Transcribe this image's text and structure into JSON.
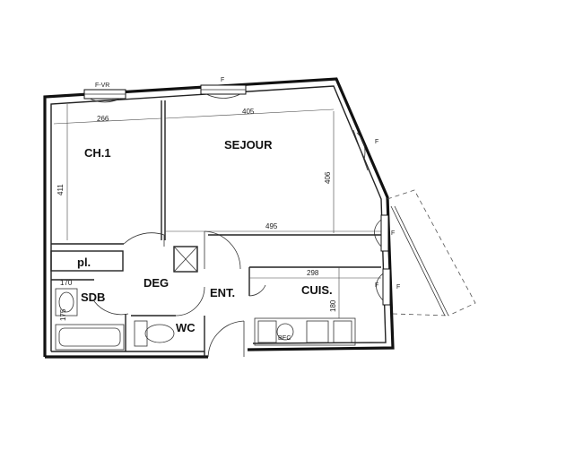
{
  "rooms": {
    "ch1": "CH.1",
    "sejour": "SEJOUR",
    "deg": "DEG",
    "ent": "ENT.",
    "cuis": "CUIS.",
    "sdb": "SDB",
    "wc": "WC",
    "pl": "pl."
  },
  "dimensions": {
    "ch1_width": "266",
    "sejour_width": "405",
    "ch1_height": "411",
    "sejour_height": "406",
    "sejour_bottom": "495",
    "cuis_width": "298",
    "cuis_height": "180",
    "sdb_small": "170",
    "sdb_side": "175"
  },
  "window_marks": {
    "top_left": "F-VR",
    "top_middle": "F",
    "right_1": "F",
    "right_2": "F",
    "right_3": "F",
    "balcony": "F"
  },
  "fixtures": {
    "stove": "BEC"
  }
}
